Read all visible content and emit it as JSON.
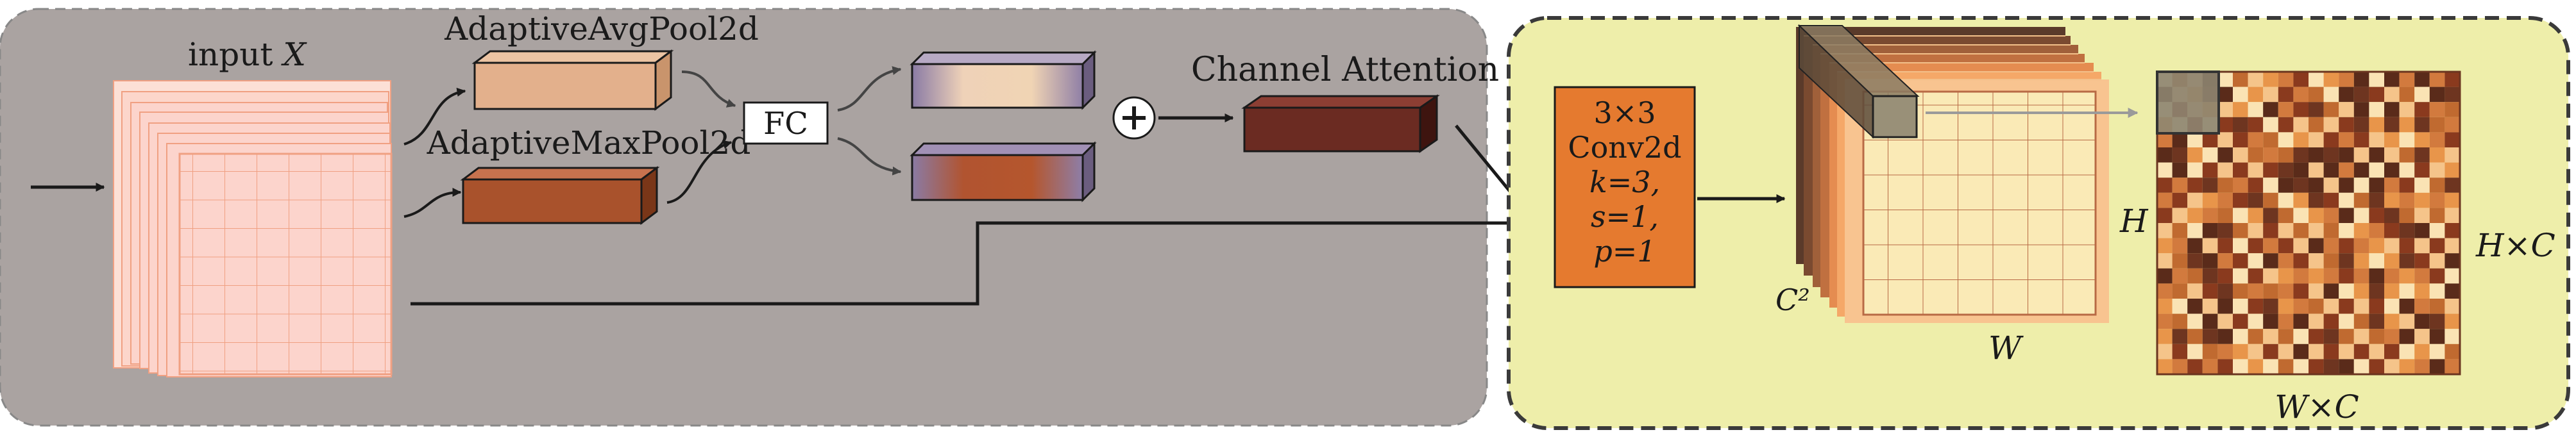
{
  "labels": {
    "input": "input X",
    "avgpool": "AdaptiveAvgPool2d",
    "maxpool": "AdaptiveMaxPool2d",
    "fc": "FC",
    "plus": "+",
    "channel_attention": "Channel Attention",
    "conv_line1": "3×3",
    "conv_line2": "Conv2d",
    "conv_line3": "k=3,",
    "conv_line4": "s=1,",
    "conv_line5": "p=1",
    "h": "H",
    "w": "W",
    "c2": "C²",
    "hxc": "H×C",
    "wxc": "W×C"
  },
  "colors": {
    "left_panel": "#aaa3a1",
    "right_panel": "#eeeeaa",
    "input_cube": "#fcd4cc",
    "avg_block": "#e3b08c",
    "max_block": "#a9522c",
    "attention_block": "#6b2b22",
    "conv_box": "#e57a2f",
    "feature_map": "#faeab6"
  }
}
